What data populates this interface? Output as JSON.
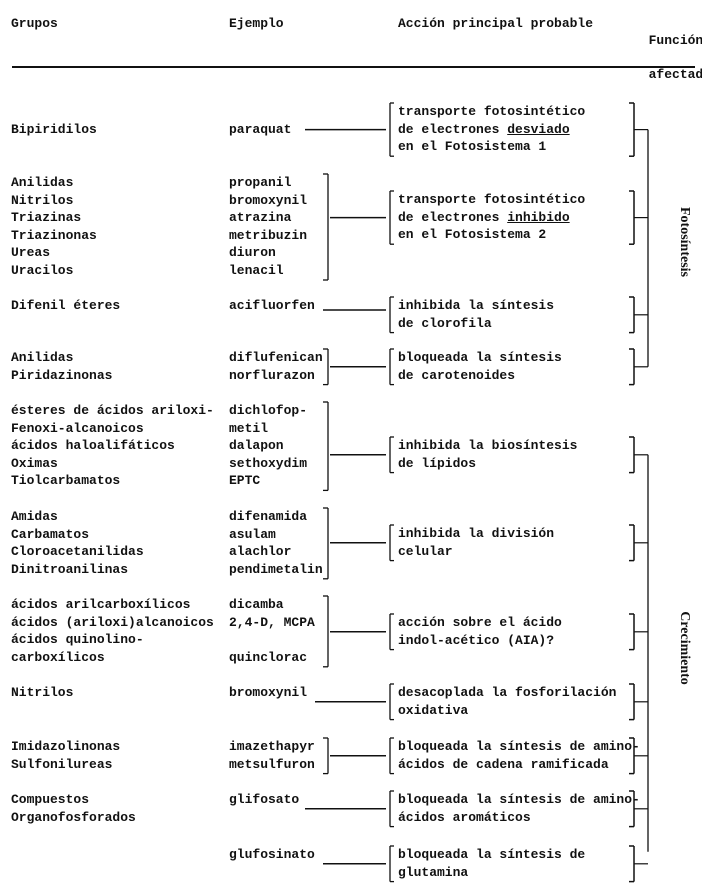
{
  "header": {
    "groups": "Grupos",
    "example": "Ejemplo",
    "action": "Acción principal probable",
    "function_line1": "Función",
    "function_line2": "afectada"
  },
  "function_labels": {
    "photosynthesis": "Fotosíntesis",
    "growth": "Crecimiento"
  },
  "sections": [
    {
      "groups": [
        "Bipiridilos"
      ],
      "examples": [
        "paraquat"
      ],
      "action": [
        {
          "text": "transporte fotosintético"
        },
        {
          "text": "de electrones ",
          "underline": "desviado"
        },
        {
          "text": "en el Fotosistema 1"
        }
      ]
    },
    {
      "groups": [
        "Anilidas",
        "Nitrilos",
        "Triazinas",
        "Triazinonas",
        "Ureas",
        "Uracilos"
      ],
      "examples": [
        "propanil",
        "bromoxynil",
        "atrazina",
        "metribuzin",
        "diuron",
        "lenacil"
      ],
      "action": [
        {
          "text": "transporte fotosintético"
        },
        {
          "text": "de electrones ",
          "underline": "inhibido"
        },
        {
          "text": "en el Fotosistema 2"
        }
      ]
    },
    {
      "groups": [
        "Difenil éteres"
      ],
      "examples": [
        "acifluorfen"
      ],
      "action": [
        {
          "text": "inhibida la síntesis"
        },
        {
          "text": "de clorofila"
        }
      ]
    },
    {
      "groups": [
        "Anilidas",
        "Piridazinonas"
      ],
      "examples": [
        "diflufenican",
        "norflurazon"
      ],
      "action": [
        {
          "text": "bloqueada la síntesis"
        },
        {
          "text": "de carotenoides"
        }
      ]
    },
    {
      "groups": [
        "ésteres de ácidos ariloxi-",
        "Fenoxi-alcanoicos",
        "ácidos haloalifáticos",
        "Oximas",
        "Tiolcarbamatos"
      ],
      "examples": [
        "dichlofop-",
        "metil",
        "dalapon",
        "sethoxydim",
        "EPTC"
      ],
      "action": [
        {
          "text": "inhibida la biosíntesis"
        },
        {
          "text": "de lípidos"
        }
      ]
    },
    {
      "groups": [
        "Amidas",
        "Carbamatos",
        "Cloroacetanilidas",
        "Dinitroanilinas"
      ],
      "examples": [
        "difenamida",
        "asulam",
        "alachlor",
        "pendimetalin"
      ],
      "action": [
        {
          "text": "inhibida la división"
        },
        {
          "text": "celular"
        }
      ]
    },
    {
      "groups": [
        "ácidos arilcarboxílicos",
        "ácidos (ariloxi)alcanoicos",
        "ácidos quinolino-",
        "carboxílicos"
      ],
      "examples": [
        "dicamba",
        "2,4-D, MCPA",
        "",
        "quinclorac"
      ],
      "action": [
        {
          "text": "acción sobre el ácido"
        },
        {
          "text": "indol-acético (AIA)?"
        }
      ]
    },
    {
      "groups": [
        "Nitrilos"
      ],
      "examples": [
        "bromoxynil"
      ],
      "action": [
        {
          "text": "desacoplada la fosforilación"
        },
        {
          "text": "oxidativa"
        }
      ]
    },
    {
      "groups": [
        "Imidazolinonas",
        "Sulfonilureas"
      ],
      "examples": [
        "imazethapyr",
        "metsulfuron"
      ],
      "action": [
        {
          "text": "bloqueada la síntesis de amino-"
        },
        {
          "text": "ácidos de cadena ramificada"
        }
      ]
    },
    {
      "groups": [
        "Compuestos",
        "Organofosforados"
      ],
      "examples": [
        "glifosato"
      ],
      "action": [
        {
          "text": "bloqueada la síntesis de amino-"
        },
        {
          "text": "ácidos aromáticos"
        }
      ]
    },
    {
      "groups": [],
      "examples": [
        "glufosinato"
      ],
      "action": [
        {
          "text": "bloqueada la síntesis de"
        },
        {
          "text": "glutamina"
        }
      ]
    }
  ]
}
